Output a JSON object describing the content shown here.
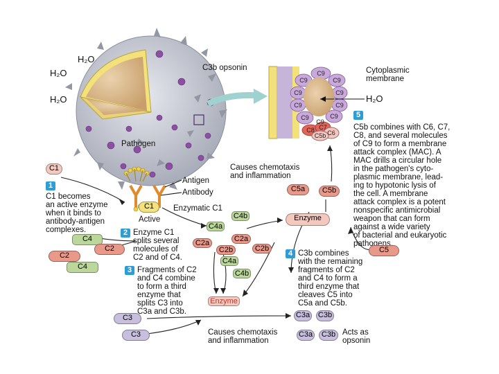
{
  "labels": {
    "h2o_top": "H₂O",
    "h2o_left": "H₂O",
    "h2o_left2": "H₂O",
    "h2o_right": "H₂O",
    "c3b_opsonin": "C3b opsonin",
    "cytoplasmic_membrane": "Cytoplasmic\nmembrane",
    "pathogen": "Pathogen",
    "antigen": "Antigen",
    "antibody": "Antibody",
    "active": "Active",
    "enzymatic_c1": "Enzymatic C1",
    "chemotaxis_top": "Causes chemotaxis\nand inflammation",
    "chemotaxis_bottom": "Causes chemotaxis\nand inflammation",
    "acts_opsonin": "Acts as\nopsonin"
  },
  "mac_labels": [
    "C9",
    "C9",
    "C9",
    "C9",
    "C9",
    "C9",
    "C9",
    "C9",
    "C9",
    "C9",
    "C7",
    "C8",
    "C6",
    "C5b"
  ],
  "steps": [
    {
      "num": "1",
      "text": "C1 becomes\nan active enzyme\nwhen it binds to\nantibody-antigen\ncomplexes."
    },
    {
      "num": "2",
      "text": "Enzyme C1\nsplits several\nmolecules of\nC2 and of C4."
    },
    {
      "num": "3",
      "text": "Fragments of C2\nand C4 combine\nto form a third\nenzyme that\nsplits C3 into\nC3a and C3b."
    },
    {
      "num": "4",
      "text": "C3b combines\nwith the remaining\nfragments of C2\nand C4 to form a\nthird enzyme that\ncleaves C5 into\nC5a and C5b."
    },
    {
      "num": "5",
      "text": "C5b combines with C6, C7,\nC8, and several molecules\nof C9 to form a membrane\nattack complex (MAC). A\nMAC drills a circular hole\nin the pathogen's cyto-\nplasmic membrane, lead-\ning to hypotonic lysis of\nthe cell. A membrane\nattack complex is a potent\nnonspecific antimicrobial\nweapon that can form\nagainst a wide variety\nof bacterial and eukaryotic\npathogens."
    }
  ],
  "proteins": {
    "c1_free": "C1",
    "c1_bound": "C1",
    "c4_a": "C4",
    "c4_b": "C4",
    "c2_a": "C2",
    "c2_b": "C2",
    "c4b_1": "C4b",
    "c4a_1": "C4a",
    "c2a_1": "C2a",
    "c2a_2": "C2a",
    "c2b_1": "C2b",
    "c2b_2": "C2b",
    "c4a_2": "C4a",
    "c4b_2": "C4b",
    "enzyme_small": "Enzyme",
    "enzyme_big": "Enzyme",
    "c5a": "C5a",
    "c5b": "C5b",
    "c5": "C5",
    "c3_a": "C3",
    "c3_b": "C3",
    "c3a_1": "C3a",
    "c3b_1": "C3b",
    "c3a_2": "C3a",
    "c3b_2": "C3b"
  },
  "colors": {
    "step_blue": "#2f9dd5",
    "mac_purple": "#c9a8dc",
    "pathogen_gray": "#c3c6cf",
    "cytoplasm": "#d9b98f"
  }
}
